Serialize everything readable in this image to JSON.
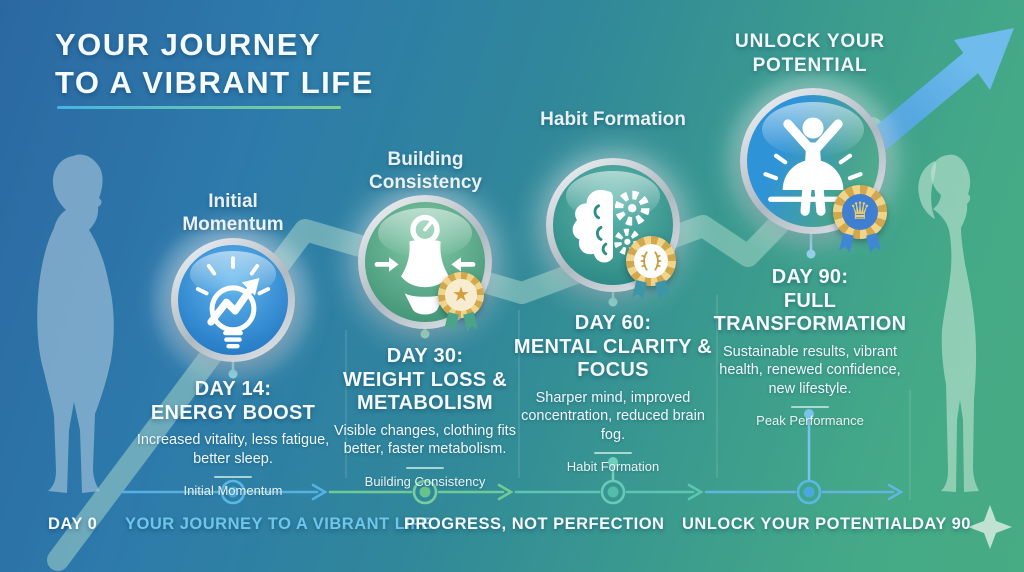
{
  "header": {
    "title_line1": "YOUR JOURNEY",
    "title_line2": "TO A VIBRANT LIFE",
    "top_right_line1": "UNLOCK YOUR",
    "top_right_line2": "POTENTIAL"
  },
  "milestones": [
    {
      "phase_label": "Initial Momentum",
      "day": "DAY 14:",
      "heading": "ENERGY BOOST",
      "description": "Increased vitality, less fatigue, better sleep.",
      "footnote": "Initial Momentum",
      "icon": "lightbulb-growth-icon",
      "award": ""
    },
    {
      "phase_label": "Building Consistency",
      "day": "DAY 30:",
      "heading": "WEIGHT LOSS & METABOLISM",
      "description": "Visible changes, clothing fits better, faster metabolism.",
      "footnote": "Building Consistency",
      "icon": "waistline-scale-icon",
      "award": "gold-star-rosette",
      "award_glyph": "★"
    },
    {
      "phase_label": "Habit Formation",
      "day": "DAY 60:",
      "heading": "MENTAL CLARITY & FOCUS",
      "description": "Sharper mind, improved concentration, reduced brain fog.",
      "footnote": "Habit Formation",
      "icon": "brain-gears-icon",
      "award": "laurel-rosette"
    },
    {
      "phase_label": "Unlock Your Potential",
      "day": "DAY 90:",
      "heading": "FULL TRANSFORMATION",
      "description": "Sustainable results, vibrant health, renewed confidence, new lifestyle.",
      "footnote": "Peak Performance",
      "icon": "person-sunrise-icon",
      "award": "crown-rosette",
      "award_glyph": "♛"
    }
  ],
  "timeline": {
    "start_label": "DAY 0",
    "caption_journey": "YOUR JOURNEY TO A VIBRANT LIFE",
    "caption_progress": "PROGRESS, NOT PERFECTION",
    "caption_potential": "UNLOCK YOUR POTENTIAL",
    "end_label": "DAY 90"
  },
  "icons": {
    "before_figure": "heavy-person-silhouette",
    "after_figure": "fit-person-silhouette",
    "growth_band": "zigzag-growth-band",
    "growth_arrow": "upward-arrow",
    "sparkle": "sparkle-star"
  },
  "colors": {
    "bg_left": "#2b68a2",
    "bg_mid": "#30879a",
    "bg_right": "#47ab83",
    "timeline_blue": "#55b1e2",
    "timeline_green": "#6fca97",
    "timeline_teal": "#5cc6b3",
    "caption_blue": "#6ec6ea",
    "badge_day14": "#2a80c9",
    "badge_day30": "#47997b",
    "badge_day60": "#2f8c86",
    "badge_day90": "#2f93d8",
    "gold": "#e0b85e",
    "underline_start": "#45b4e4",
    "underline_end": "#7fcf8d"
  }
}
